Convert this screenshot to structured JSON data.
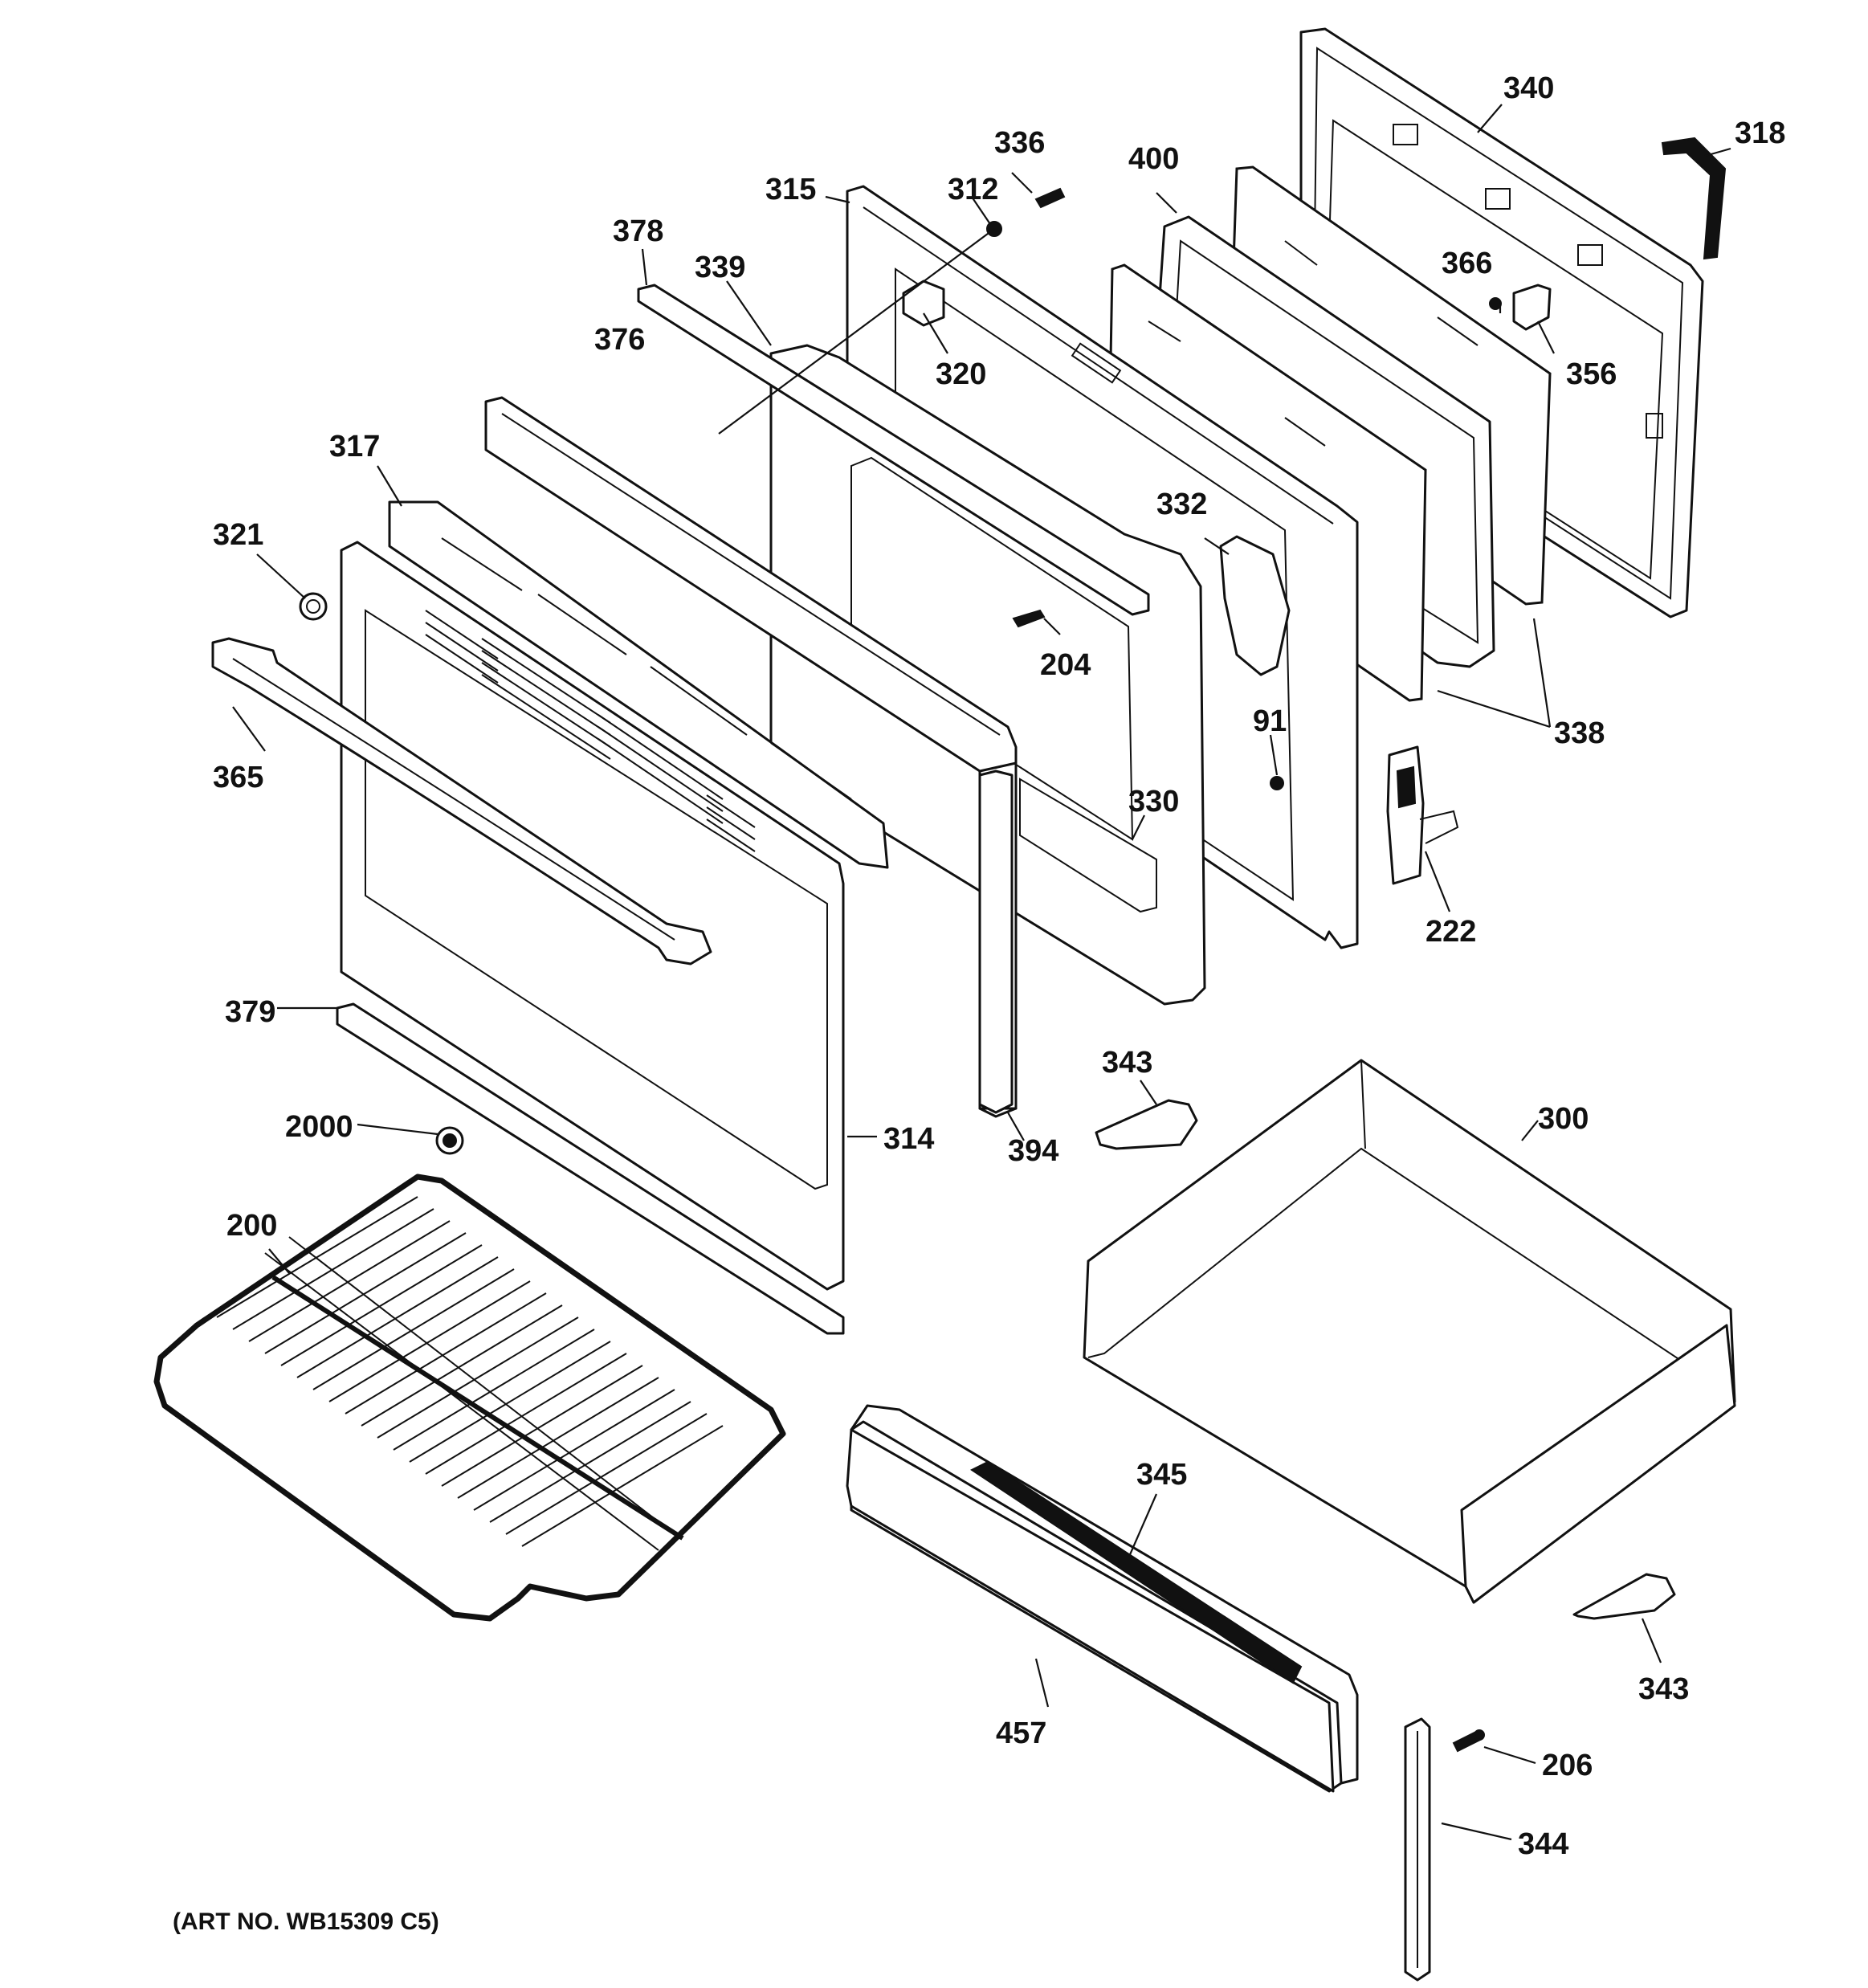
{
  "diagram": {
    "caption": "(ART NO. WB15309 C5)",
    "part_numbers": [
      "340",
      "318",
      "336",
      "312",
      "315",
      "400",
      "378",
      "339",
      "376",
      "366",
      "356",
      "320",
      "317",
      "321",
      "332",
      "204",
      "365",
      "91",
      "330",
      "222",
      "379",
      "343",
      "300",
      "2000",
      "314",
      "394",
      "200",
      "345",
      "457",
      "206",
      "343",
      "344",
      "338"
    ]
  }
}
